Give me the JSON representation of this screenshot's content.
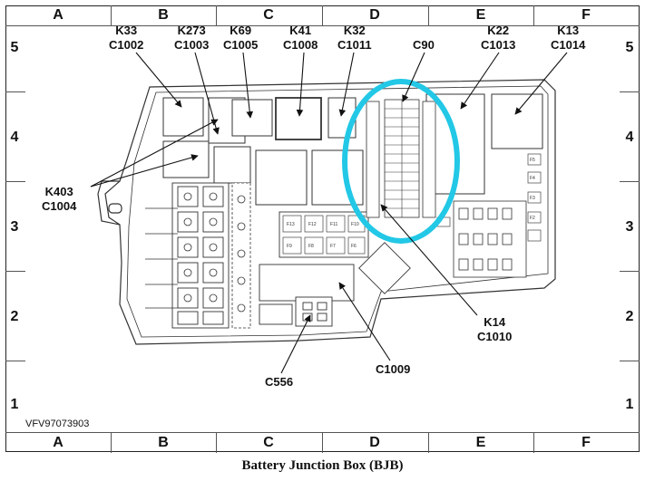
{
  "columns": [
    "A",
    "B",
    "C",
    "D",
    "E",
    "F"
  ],
  "rows": [
    "5",
    "4",
    "3",
    "2",
    "1"
  ],
  "callouts": {
    "k33": [
      "K33",
      "C1002"
    ],
    "k273": [
      "K273",
      "C1003"
    ],
    "k69": [
      "K69",
      "C1005"
    ],
    "k41": [
      "K41",
      "C1008"
    ],
    "k32": [
      "K32",
      "C1011"
    ],
    "c90": [
      "C90"
    ],
    "k22": [
      "K22",
      "C1013"
    ],
    "k13": [
      "K13",
      "C1014"
    ],
    "k403": [
      "K403",
      "C1004"
    ],
    "k14": [
      "K14",
      "C1010"
    ],
    "c1009": [
      "C1009"
    ],
    "c556": [
      "C556"
    ]
  },
  "fuse_labels": [
    "F13",
    "F12",
    "F11",
    "F10",
    "F9",
    "F8",
    "F7",
    "F6",
    "F5",
    "F4",
    "F3",
    "F2"
  ],
  "reference_code": "VFV97073903",
  "caption": "Battery Junction Box (BJB)",
  "highlight_color": "#22c8e6"
}
